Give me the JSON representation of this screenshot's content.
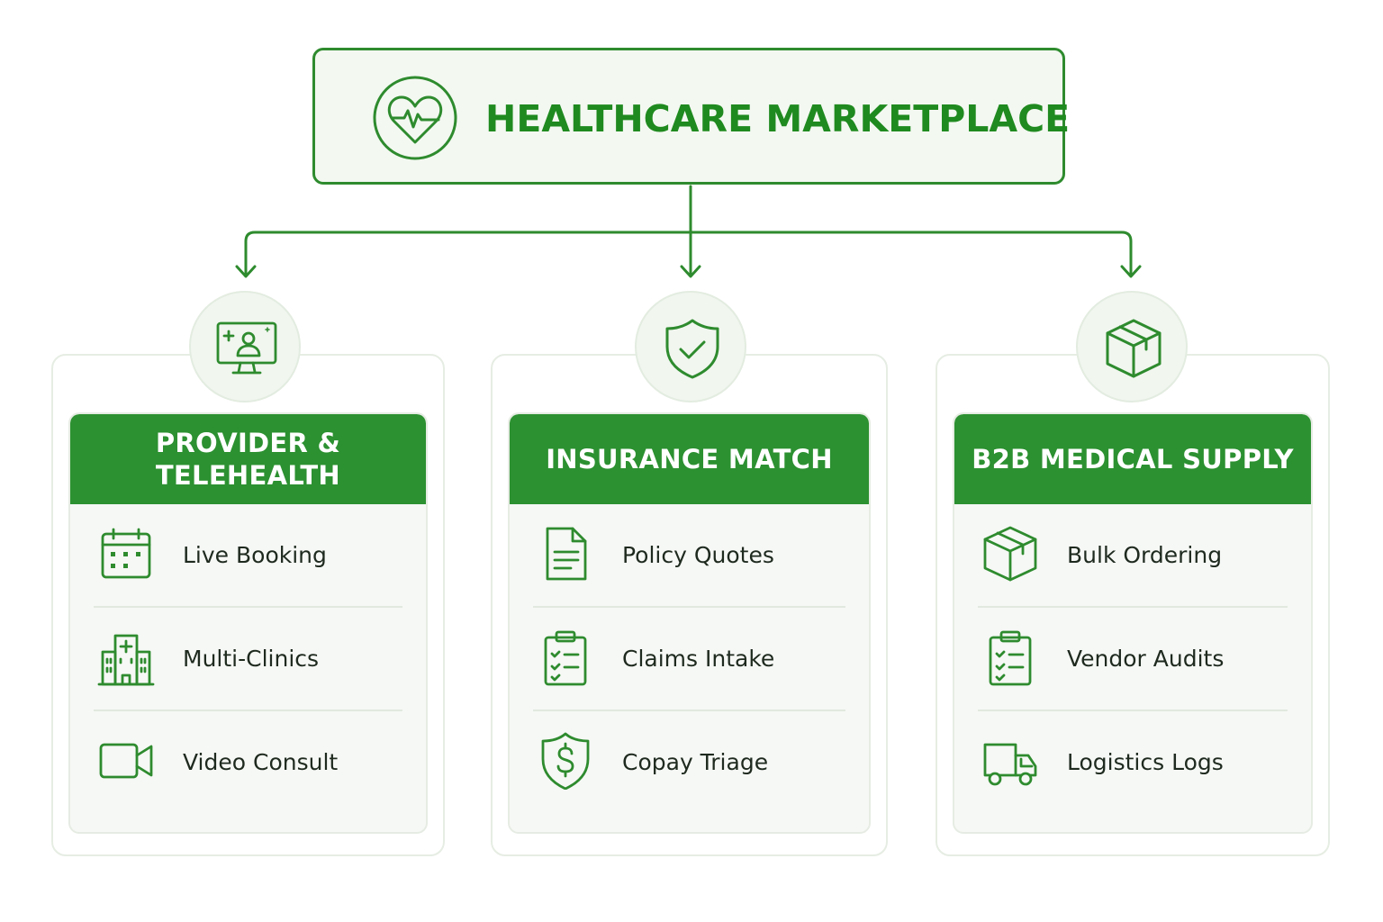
{
  "root": {
    "title": "HEALTHCARE MARKETPLACE",
    "icon": "heart-pulse-icon"
  },
  "colors": {
    "accent": "#2c9131",
    "title_green": "#1f8a1f",
    "root_bg": "#f3f8f1",
    "card_bg": "#f6f8f5",
    "text": "#1f2a1f"
  },
  "columns": [
    {
      "title": "PROVIDER & TELEHEALTH",
      "title_lines": [
        "PROVIDER &",
        "TELEHEALTH"
      ],
      "icon": "telehealth-monitor-icon",
      "items": [
        {
          "label": "Live Booking",
          "icon": "calendar-icon"
        },
        {
          "label": "Multi-Clinics",
          "icon": "hospital-icon"
        },
        {
          "label": "Video Consult",
          "icon": "video-camera-icon"
        }
      ]
    },
    {
      "title": "INSURANCE MATCH",
      "title_lines": [
        "INSURANCE MATCH"
      ],
      "icon": "shield-check-icon",
      "items": [
        {
          "label": "Policy Quotes",
          "icon": "document-icon"
        },
        {
          "label": "Claims Intake",
          "icon": "clipboard-checklist-icon"
        },
        {
          "label": "Copay Triage",
          "icon": "shield-dollar-icon"
        }
      ]
    },
    {
      "title": "B2B MEDICAL SUPPLY",
      "title_lines": [
        "B2B MEDICAL SUPPLY"
      ],
      "icon": "package-box-icon",
      "items": [
        {
          "label": "Bulk Ordering",
          "icon": "box-icon"
        },
        {
          "label": "Vendor Audits",
          "icon": "clipboard-checklist-icon"
        },
        {
          "label": "Logistics Logs",
          "icon": "delivery-truck-icon"
        }
      ]
    }
  ]
}
